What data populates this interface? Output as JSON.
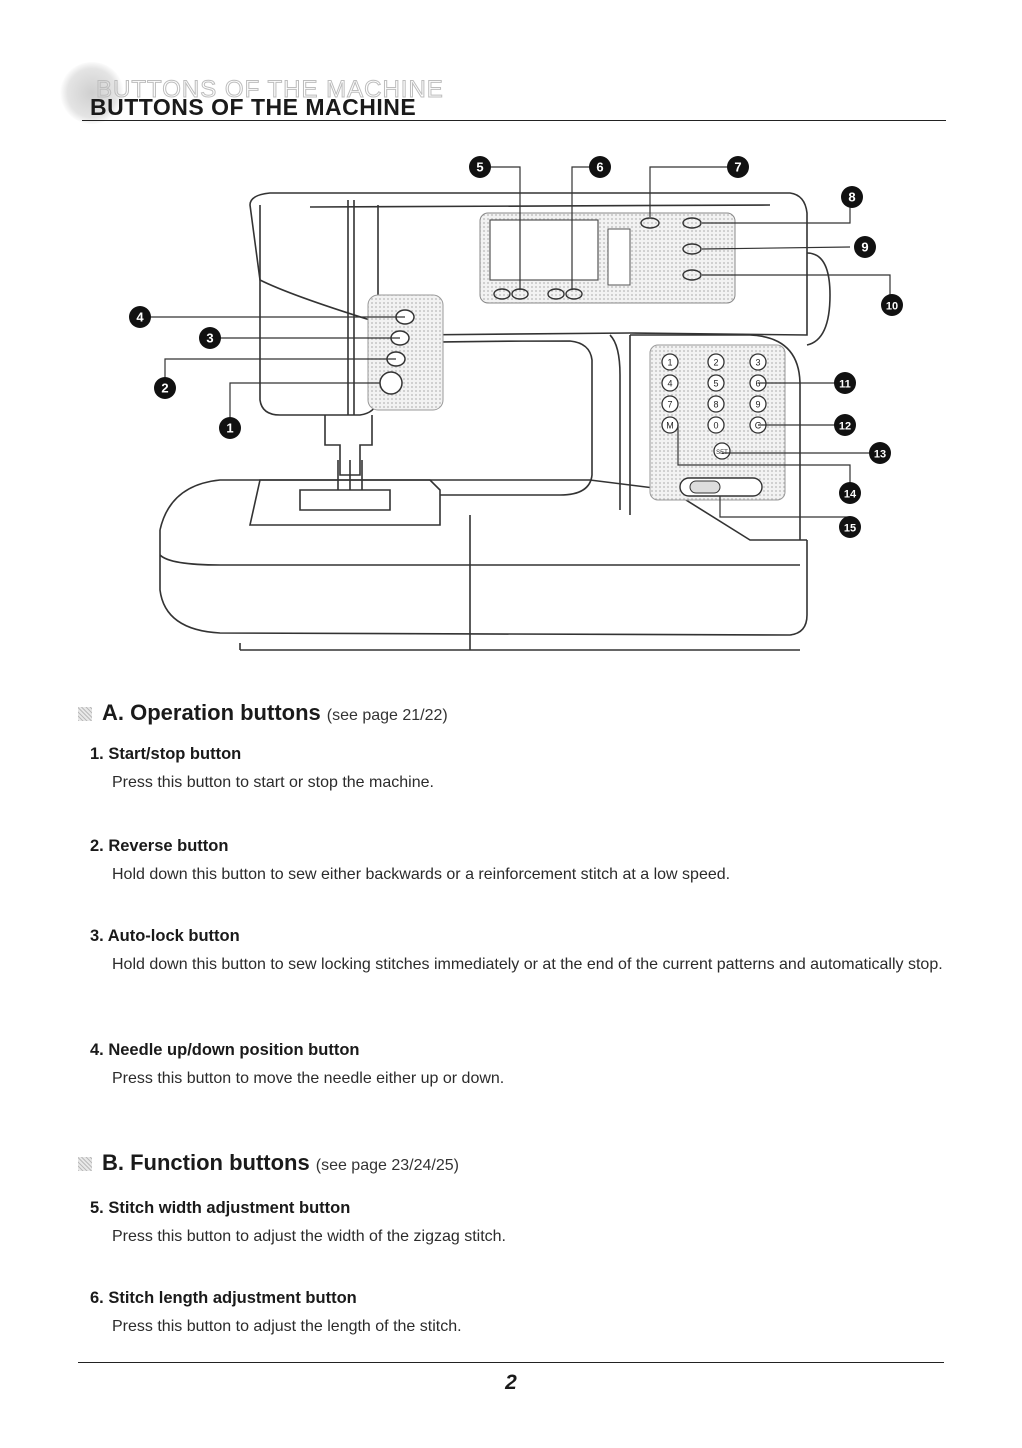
{
  "header": {
    "title": "BUTTONS OF THE MACHINE"
  },
  "figure": {
    "callouts": [
      "1",
      "2",
      "3",
      "4",
      "5",
      "6",
      "7",
      "8",
      "9",
      "10",
      "11",
      "12",
      "13",
      "14",
      "15"
    ],
    "keypad_labels": [
      "1",
      "2",
      "3",
      "4",
      "5",
      "6",
      "7",
      "8",
      "9",
      "M",
      "0",
      "C"
    ],
    "set_key_label": "SET"
  },
  "sections": [
    {
      "title": "A. Operation buttons",
      "ref": "(see page 21/22)",
      "items": [
        {
          "title": "1. Start/stop button",
          "desc": "Press this button to start or stop the machine."
        },
        {
          "title": "2. Reverse button",
          "desc": "Hold down this button to sew either backwards or a reinforcement stitch at a low speed."
        },
        {
          "title": "3. Auto-lock button",
          "desc": "Hold down this button to sew locking stitches immediately or at the end of the current patterns and automatically stop."
        },
        {
          "title": "4. Needle up/down position button",
          "desc": "Press this button to move the needle either up or down."
        }
      ]
    },
    {
      "title": "B. Function buttons",
      "ref": "(see page 23/24/25)",
      "items": [
        {
          "title": "5. Stitch width adjustment button",
          "desc": "Press this button to adjust the width of the zigzag stitch."
        },
        {
          "title": "6. Stitch length adjustment button",
          "desc": "Press this button to adjust the length of the stitch."
        }
      ]
    }
  ],
  "footer": {
    "page_number": "2"
  }
}
